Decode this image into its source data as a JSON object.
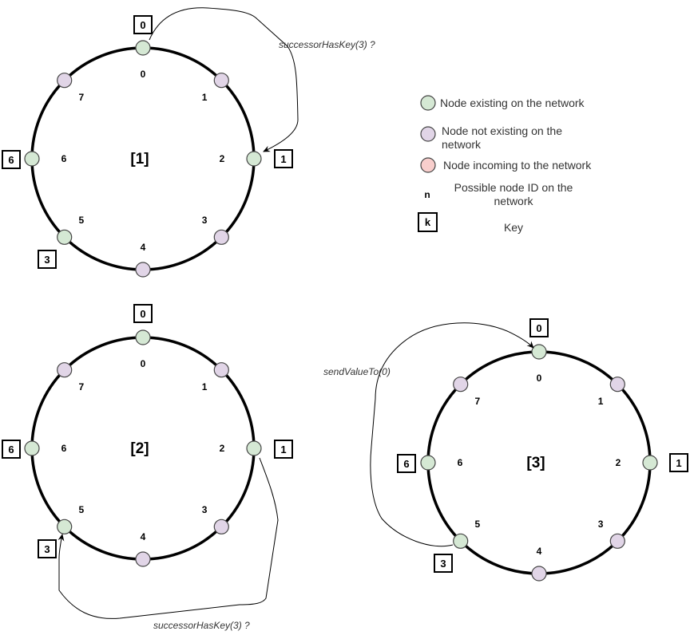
{
  "colors": {
    "existing": "#d5e8d4",
    "not_existing": "#e1d5e7",
    "incoming": "#f8cecc"
  },
  "legend": {
    "existing": "Node existing on the network",
    "not_existing_1": "Node not existing on the",
    "not_existing_2": "network",
    "incoming": "Node incoming to the network",
    "node_id_symbol": "n",
    "node_id_1": "Possible node ID on the",
    "node_id_2": "network",
    "key_symbol": "k",
    "key": "Key"
  },
  "diagrams": [
    {
      "title": "[1]",
      "node_ids": [
        "0",
        "1",
        "2",
        "3",
        "4",
        "5",
        "6",
        "7"
      ],
      "existing_nodes": [
        0,
        2,
        5,
        6
      ],
      "keys": [
        "0",
        "1",
        "3",
        "6"
      ],
      "annotation": "successorHasKey(3) ?"
    },
    {
      "title": "[2]",
      "node_ids": [
        "0",
        "1",
        "2",
        "3",
        "4",
        "5",
        "6",
        "7"
      ],
      "existing_nodes": [
        0,
        2,
        5,
        6
      ],
      "keys": [
        "0",
        "1",
        "3",
        "6"
      ],
      "annotation": "successorHasKey(3) ?"
    },
    {
      "title": "[3]",
      "node_ids": [
        "0",
        "1",
        "2",
        "3",
        "4",
        "5",
        "6",
        "7"
      ],
      "existing_nodes": [
        0,
        2,
        5,
        6
      ],
      "keys": [
        "0",
        "1",
        "3",
        "6"
      ],
      "annotation": "sendValueTo(0)"
    }
  ]
}
